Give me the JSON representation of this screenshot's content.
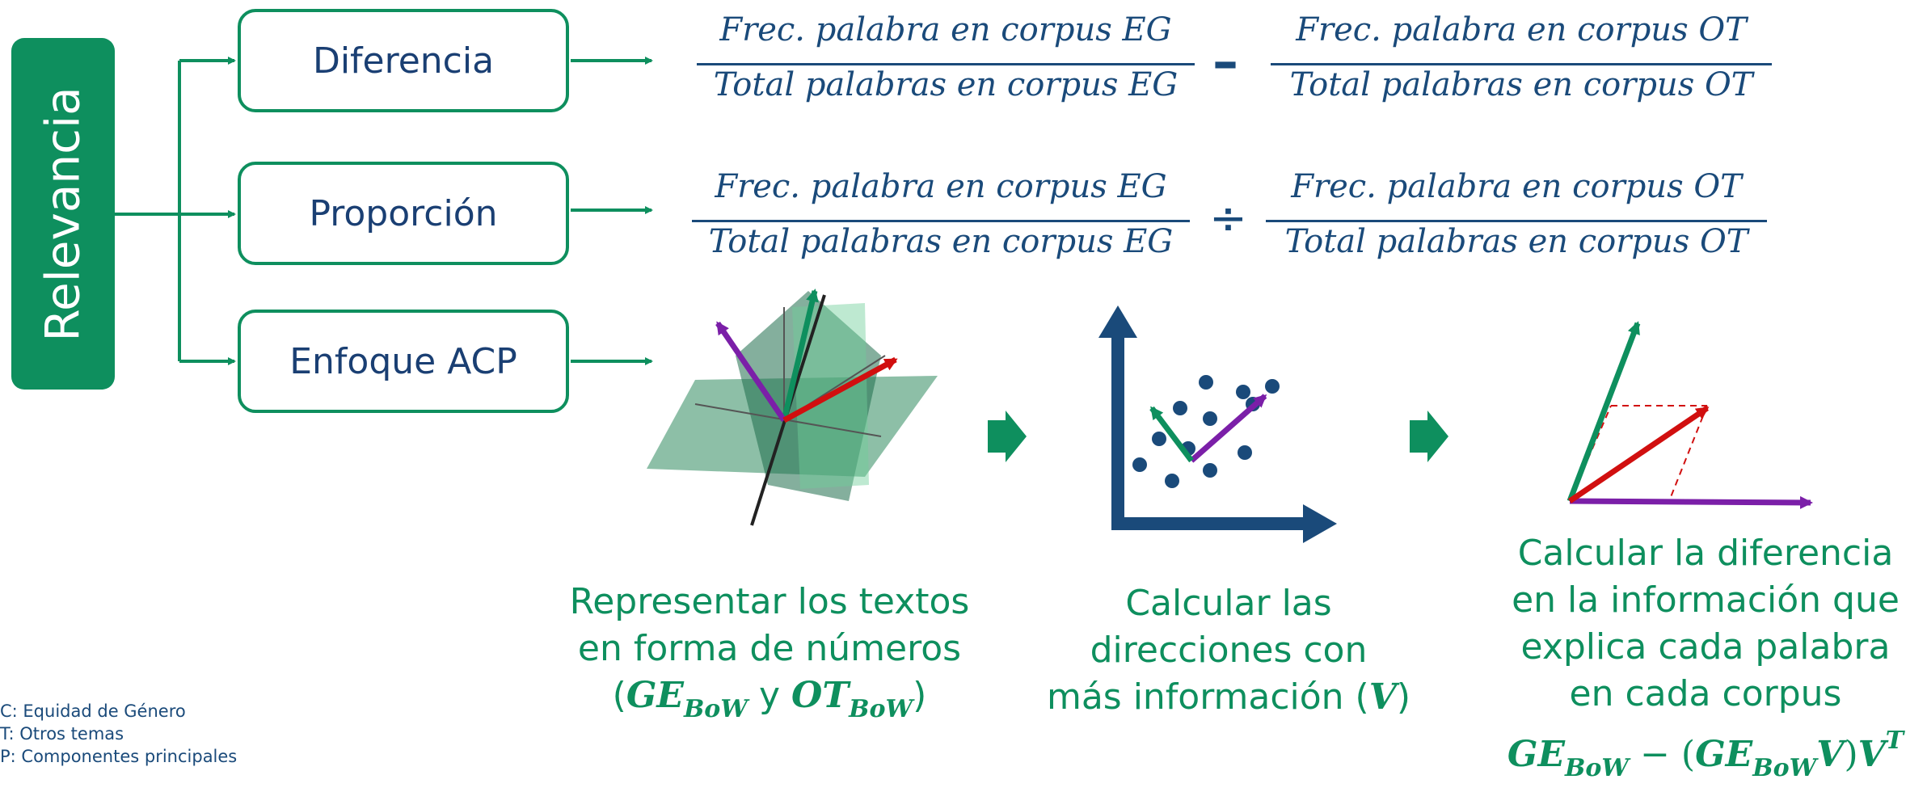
{
  "root": {
    "label": "Relevancia"
  },
  "branches": [
    {
      "label": "Diferencia"
    },
    {
      "label": "Proporción"
    },
    {
      "label": "Enfoque ACP"
    }
  ],
  "formulas": {
    "num_eg": "Frec. palabra en corpus EG",
    "den_eg": "Total palabras en corpus EG",
    "num_ot": "Frec. palabra en corpus OT",
    "den_ot": "Total palabras en corpus OT",
    "op_diff": "–",
    "op_div": "÷"
  },
  "steps": [
    {
      "lines": [
        "Representar los textos",
        "en forma de números"
      ],
      "math": {
        "a": "GE",
        "a_sub": "BoW",
        "mid": " y ",
        "b": "OT",
        "b_sub": "BoW"
      }
    },
    {
      "lines": [
        "Calcular las",
        "direcciones con",
        "más información ("
      ],
      "math_var": "V",
      "close": ")"
    },
    {
      "lines": [
        "Calcular la diferencia",
        "en la información que",
        "explica cada palabra",
        "en cada corpus"
      ],
      "formula": {
        "t1": "GE",
        "s1": "BoW",
        "m1": " − (",
        "t2": "GE",
        "s2": "BoW",
        "t3": "V",
        "m2": ")",
        "t4": "V",
        "sup": "T"
      }
    }
  ],
  "legend": [
    "C: Equidad de Género",
    "T: Otros temas",
    "P: Componentes principales"
  ],
  "colors": {
    "green": "#0e8f5e",
    "navy": "#1a4a7a",
    "red": "#d10f0f",
    "purple": "#7b1fa8"
  }
}
